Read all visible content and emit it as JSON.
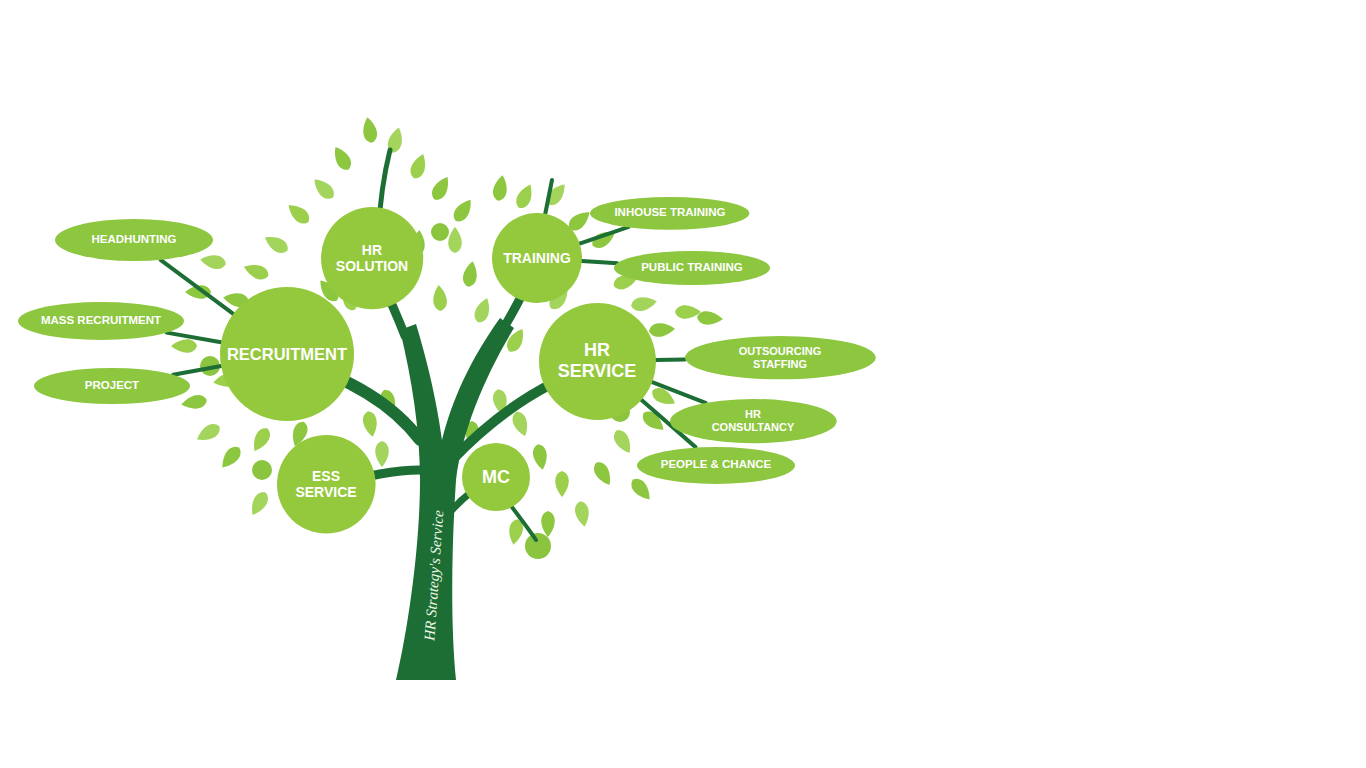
{
  "diagram": {
    "nodes": [
      {
        "text": [
          "HEADHUNTING"
        ]
      },
      {
        "text": [
          "HR SOLUTION"
        ]
      },
      {
        "text": [
          "TRAINING"
        ]
      },
      {
        "text": [
          "INHOUSE TRAINING"
        ]
      },
      {
        "text": [
          "PUBLIC TRAINING"
        ]
      },
      {
        "text": [
          "MASS RECRUITMENT"
        ]
      },
      {
        "text": [
          "RECRUITMENT"
        ]
      },
      {
        "text": [
          "HR SERVICE"
        ]
      },
      {
        "text": [
          "OUTSOURCING STAFFING"
        ]
      },
      {
        "text": [
          "PROJECT"
        ]
      },
      {
        "text": [
          "HR CONSULTANCY"
        ]
      },
      {
        "text": [
          "PEOPLE & CHANCE"
        ]
      },
      {
        "text": [
          "ESS SERVICE"
        ]
      },
      {
        "text": [
          "MC"
        ]
      }
    ],
    "edges": [
      {
        "from": 6,
        "to": 0,
        "arrow": "none"
      },
      {
        "from": 6,
        "to": 5,
        "arrow": "none"
      },
      {
        "from": 6,
        "to": 9,
        "arrow": "none"
      },
      {
        "from": 2,
        "to": 3,
        "arrow": "none"
      },
      {
        "from": 2,
        "to": 4,
        "arrow": "none"
      },
      {
        "from": 7,
        "to": 8,
        "arrow": "none"
      },
      {
        "from": 7,
        "to": 10,
        "arrow": "none"
      },
      {
        "from": 7,
        "to": 11,
        "arrow": "none"
      }
    ],
    "labels": [
      "HR Strategy's Service"
    ]
  }
}
